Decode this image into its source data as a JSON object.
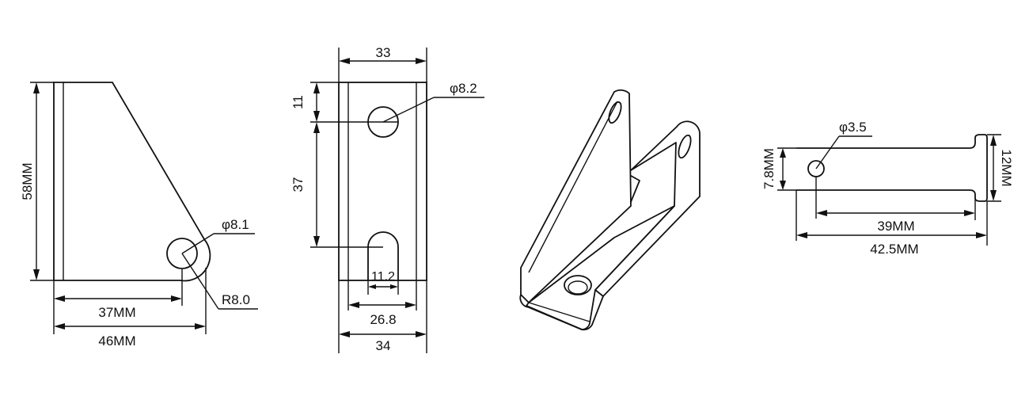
{
  "colors": {
    "line": "#111111",
    "background": "#ffffff"
  },
  "side_view": {
    "height_label": "58MM",
    "hole_label": "φ8.1",
    "radius_label": "R8.0",
    "hole_offset_label": "37MM",
    "width_label": "46MM"
  },
  "front_view": {
    "top_width_label": "33",
    "top_offset_label": "11",
    "hole_spacing_label": "37",
    "hole_label": "φ8.2",
    "slot_label": "11.2",
    "inner_width_label": "26.8",
    "outer_width_label": "34"
  },
  "pin_view": {
    "hole_label": "φ3.5",
    "shaft_diameter_label": "7.8MM",
    "head_diameter_label": "12MM",
    "hole_length_label": "39MM",
    "total_length_label": "42.5MM"
  }
}
